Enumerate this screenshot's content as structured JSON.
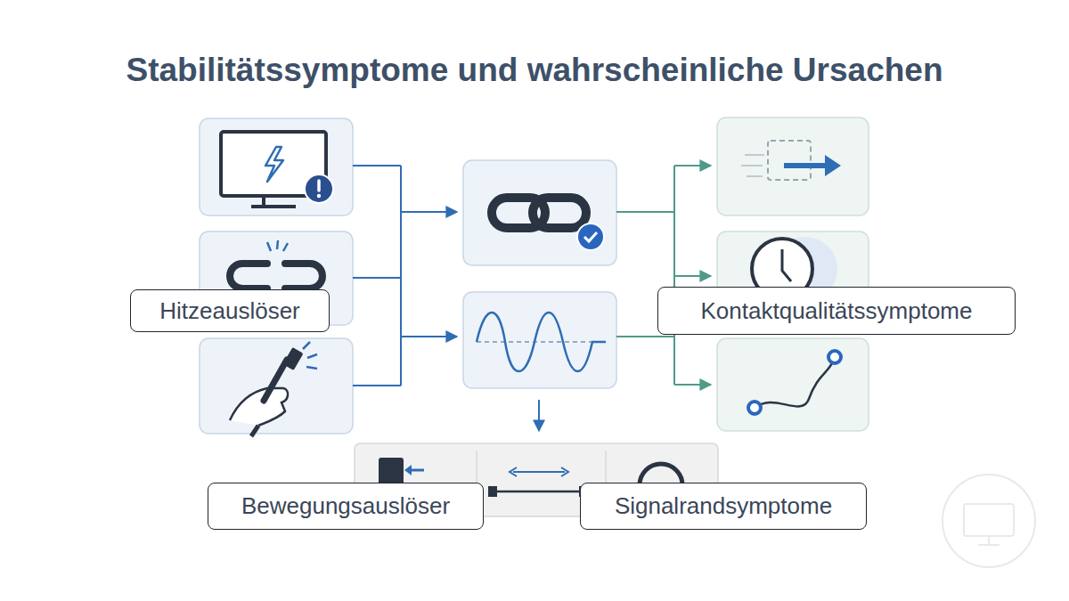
{
  "diagram": {
    "title": "Stabilitätssymptome und wahrscheinliche Ursachen",
    "nodes": [
      {
        "text": [
          "Hitzeauslöser"
        ]
      },
      {
        "text": [
          "Kontaktqualitätssymptome"
        ]
      },
      {
        "text": [
          "Bewegungsauslöser"
        ]
      },
      {
        "text": [
          "Signalrandsymptome"
        ]
      }
    ]
  }
}
